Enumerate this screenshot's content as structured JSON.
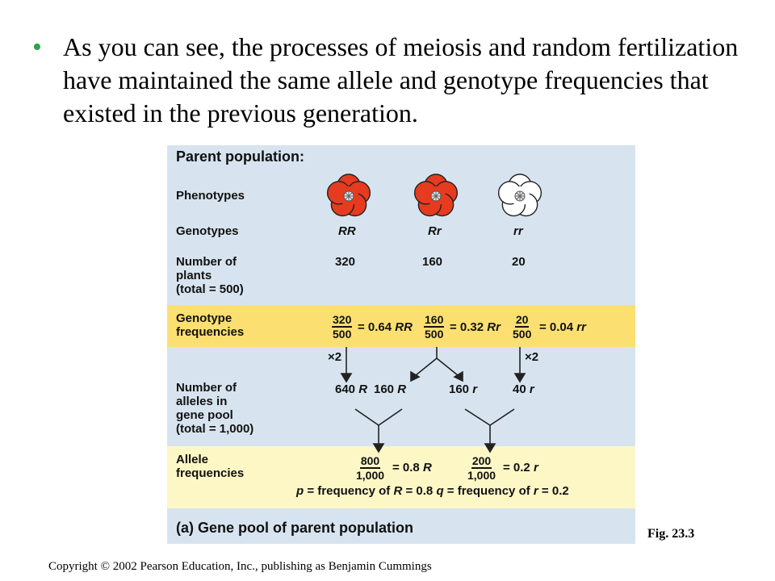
{
  "bullet": {
    "text": "As you can see, the processes of meiosis and random fertilization have maintained the same allele and genotype frequencies that existed in the previous generation."
  },
  "figure": {
    "title": "Parent population:",
    "phenotypes_label": "Phenotypes",
    "genotypes_label": "Genotypes",
    "number_label_l1": "Number of",
    "number_label_l2": "plants",
    "number_label_l3": "(total = 500)",
    "genotype_freq_l1": "Genotype",
    "genotype_freq_l2": "frequencies",
    "alleles_l1": "Number of",
    "alleles_l2": "alleles in",
    "alleles_l3": "gene pool",
    "alleles_l4": "(total = 1,000)",
    "allele_freq_l1": "Allele",
    "allele_freq_l2": "frequencies",
    "genotypes": [
      "RR",
      "Rr",
      "rr"
    ],
    "counts": [
      "320",
      "160",
      "20"
    ],
    "flower_colors": [
      "#e63b1f",
      "#e63b1f",
      "#ffffff"
    ],
    "gfreq": [
      {
        "num": "320",
        "den": "500",
        "eq": "= 0.64",
        "gt": "RR"
      },
      {
        "num": "160",
        "den": "500",
        "eq": "= 0.32",
        "gt": "Rr"
      },
      {
        "num": "20",
        "den": "500",
        "eq": "= 0.04",
        "gt": "rr"
      }
    ],
    "multiplier": "×2",
    "allele_counts": [
      {
        "n": "640",
        "a": "R"
      },
      {
        "n": "160",
        "a": "R"
      },
      {
        "n": "160",
        "a": "r"
      },
      {
        "n": "40",
        "a": "r"
      }
    ],
    "afreq": [
      {
        "num": "800",
        "den": "1,000",
        "eq": "= 0.8",
        "a": "R"
      },
      {
        "num": "200",
        "den": "1,000",
        "eq": "= 0.2",
        "a": "r"
      }
    ],
    "summary": {
      "p": "p",
      "p_text": "= frequency of",
      "p_allele": "R",
      "p_val": "= 0.8",
      "q": "q",
      "q_text": "= frequency of",
      "q_allele": "r",
      "q_val": "= 0.2"
    },
    "caption": "(a) Gene pool of parent population"
  },
  "fig_label": "Fig. 23.3",
  "copyright": "Copyright © 2002 Pearson Education, Inc., publishing as Benjamin Cummings"
}
